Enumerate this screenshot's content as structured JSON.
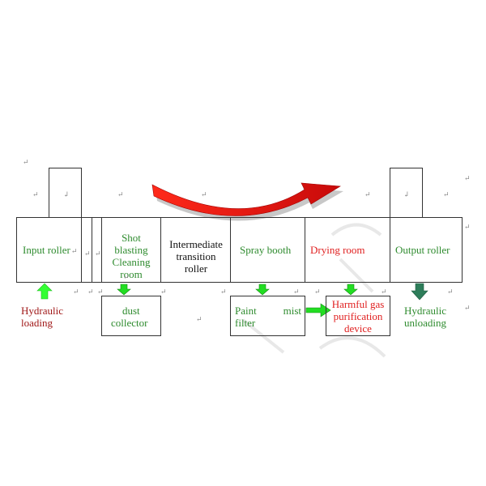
{
  "stations": {
    "input_roller": "Input roller",
    "shot_blasting": [
      "Shot",
      "blasting",
      "Cleaning",
      "room"
    ],
    "intermediate": [
      "Intermediate",
      "transition",
      "roller"
    ],
    "spray_booth": "Spray booth",
    "drying_room": "Drying room",
    "output_roller": "Output roller"
  },
  "equipment": {
    "dust_collector": [
      "dust",
      "collector"
    ],
    "paint_mist_filter": [
      "Paint",
      "mist",
      "filter"
    ],
    "harmful_gas": [
      "Harmful gas",
      "purification",
      "device"
    ]
  },
  "operations": {
    "hydraulic_loading": [
      "Hydraulic",
      "loading"
    ],
    "hydraulic_unloading": [
      "Hydraulic",
      "unloading"
    ]
  },
  "marks": {
    "paragraph": "↵",
    "hook": "↲"
  },
  "colors": {
    "green_text": "#2e8b2e",
    "red_text": "#e02020",
    "dark_red_text": "#a01818",
    "arrow_green": "#22dd22",
    "arrow_dark_green": "#2e7d5a",
    "flow_arrow_red": "#e01010"
  }
}
